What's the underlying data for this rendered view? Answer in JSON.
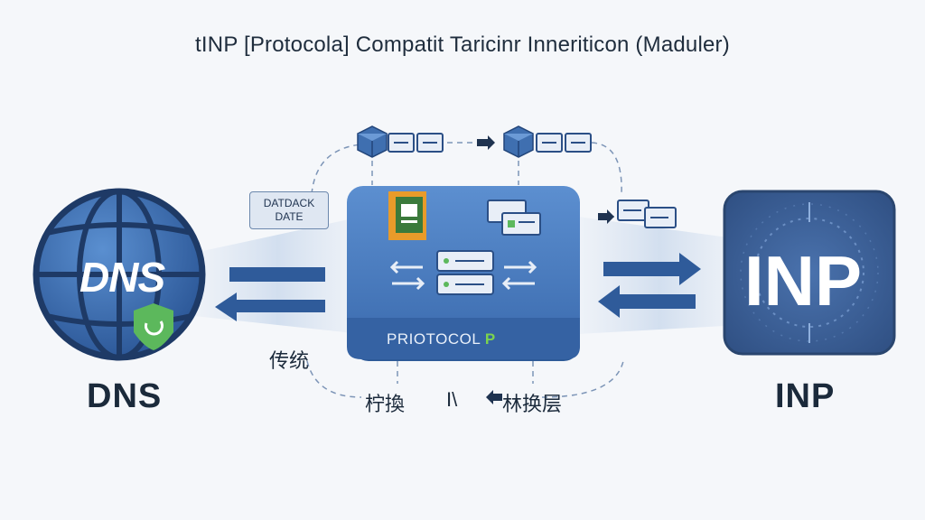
{
  "title": "tINP [Protocola] Compatit Taricinr Inneriticon (Maduler)",
  "dns": {
    "globe_label": "DNS",
    "caption": "DNS"
  },
  "inp": {
    "tile_label": "INP",
    "caption": "INP"
  },
  "center": {
    "protocol_label": "PRIOTOCOL",
    "protocol_suffix": "P"
  },
  "badge": {
    "line1": "DATDACK",
    "line2": "DATE"
  },
  "labels": {
    "traditional": "传统",
    "convert_left": "柠換",
    "middle_mark": "I\\",
    "convert_right": "林换层"
  },
  "colors": {
    "primary_blue": "#3f6fb0",
    "dark_blue": "#2d5690",
    "inp_tile": "#3e5f95",
    "accent_green": "#5cb85c",
    "text_dark": "#1b2a3b"
  },
  "icons": [
    "globe-icon",
    "shield-icon",
    "server-icon",
    "cube-icon",
    "card-icon",
    "document-icon"
  ]
}
